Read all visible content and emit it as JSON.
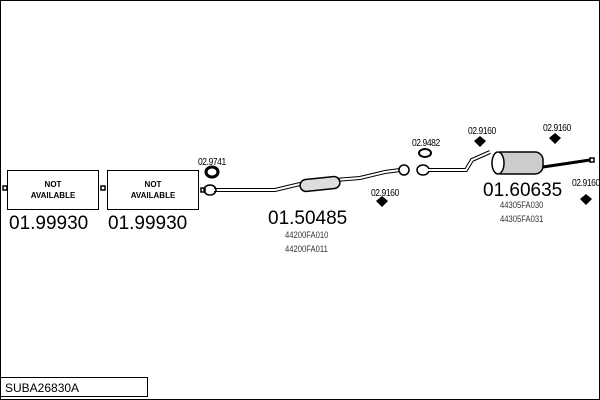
{
  "title": "SUBA26830A",
  "not_available": [
    "NOT",
    "AVAILABLE"
  ],
  "parts": {
    "p1": "01.99930",
    "p2": "01.99930",
    "mid": "01.50485",
    "mid_codes": [
      "44200FA010",
      "44200FA011"
    ],
    "rear": "01.60635",
    "rear_codes": [
      "44305FA030",
      "44305FA031"
    ]
  },
  "accessories": {
    "a1": "02.9741",
    "a2": "02.9160",
    "a3": "02.9482",
    "a4": "02.9160",
    "a5": "02.9160",
    "a6": "02.9160"
  }
}
